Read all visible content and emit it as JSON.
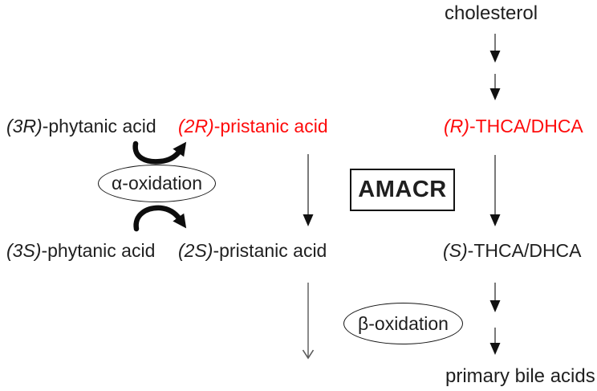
{
  "figure": {
    "type": "metabolic-pathway-diagram",
    "colors": {
      "highlight_red": "#fe0b0b",
      "text_black": "#1f1f1f",
      "arrow_stem_gray": "#595959",
      "arrowhead_black": "#111111",
      "background": "#ffffff"
    },
    "nodes": {
      "cholesterol": {
        "text": "cholesterol"
      },
      "phytanic_3r": {
        "prefix": "(3R)",
        "rest": "-phytanic acid"
      },
      "pristanic_2r": {
        "prefix": "(2R)",
        "rest": "-pristanic acid"
      },
      "thca_r": {
        "prefix": "(R)",
        "rest": "-THCA/DHCA"
      },
      "phytanic_3s": {
        "prefix": "(3S)",
        "rest": "-phytanic acid"
      },
      "pristanic_2s": {
        "prefix": "(2S)",
        "rest": "-pristanic acid"
      },
      "thca_s": {
        "prefix": "(S)",
        "rest": "-THCA/DHCA"
      },
      "primary_bile_acids": {
        "text": "primary bile acids"
      }
    },
    "enzyme_box": {
      "text": "AMACR"
    },
    "process_labels": {
      "alpha_oxidation": "α-oxidation",
      "beta_oxidation": "β-oxidation"
    }
  }
}
